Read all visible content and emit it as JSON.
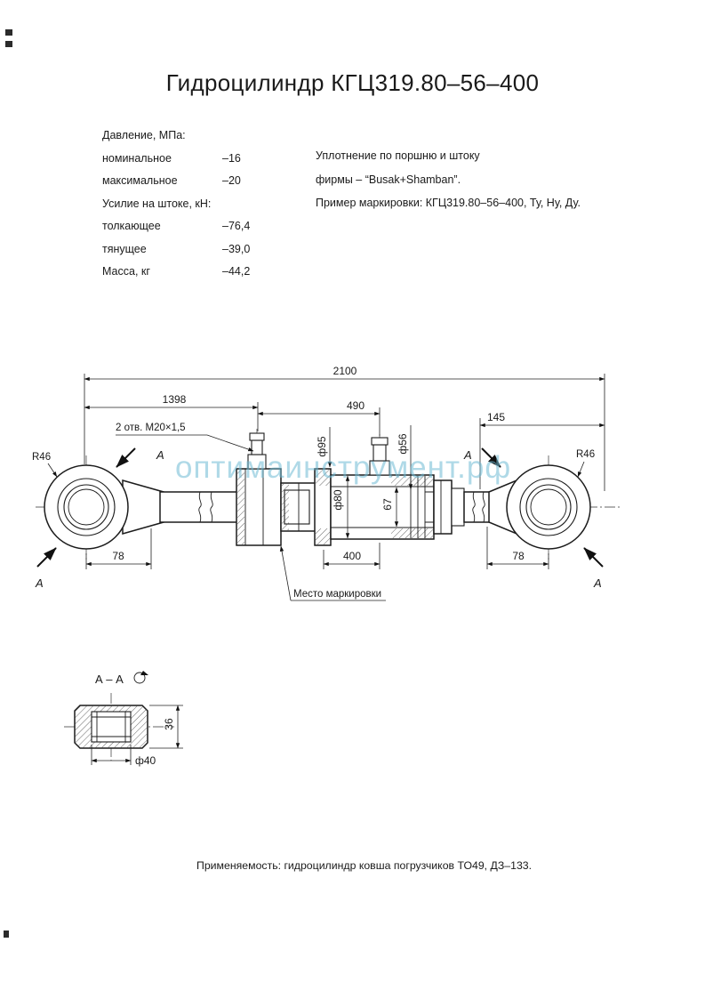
{
  "title": "Гидроцилиндр КГЦ319.80–56–400",
  "specs": {
    "pressure_header": "Давление, МПа:",
    "pressure_rows": [
      {
        "label": "номинальное",
        "value": "–16"
      },
      {
        "label": "максимальное",
        "value": "–20"
      }
    ],
    "force_header": "Усилие на штоке, кН:",
    "force_rows": [
      {
        "label": "толкающее",
        "value": "–76,4"
      },
      {
        "label": "тянущее",
        "value": "–39,0"
      }
    ],
    "mass_label": "Масса, кг",
    "mass_value": "–44,2"
  },
  "notes": {
    "line1": "Уплотнение по поршню и штоку",
    "line2": "фирмы – “Busak+Shamban”.",
    "line3": "Пример маркировки: КГЦ319.80–56–400, Ту, Ну, Ду."
  },
  "drawing": {
    "dim_overall": "2100",
    "dim_1398": "1398",
    "dim_490": "490",
    "dim_145": "145",
    "holes_note": "2 отв. М20×1,5",
    "radius_left": "R46",
    "radius_right": "R46",
    "dia_95": "ф95",
    "dia_80": "ф80",
    "dia_56": "ф56",
    "dim_67": "67",
    "dim_78_left": "78",
    "dim_400": "400",
    "dim_78_right": "78",
    "marking_note": "Место маркировки",
    "section_letter": "А"
  },
  "section_view": {
    "title": "А – А",
    "dim_36": "36",
    "dia_40": "ф40"
  },
  "footer": "Применяемость: гидроцилиндр ковша погрузчиков ТО49, ДЗ–133.",
  "watermark": "оптимаинструмент.рф"
}
